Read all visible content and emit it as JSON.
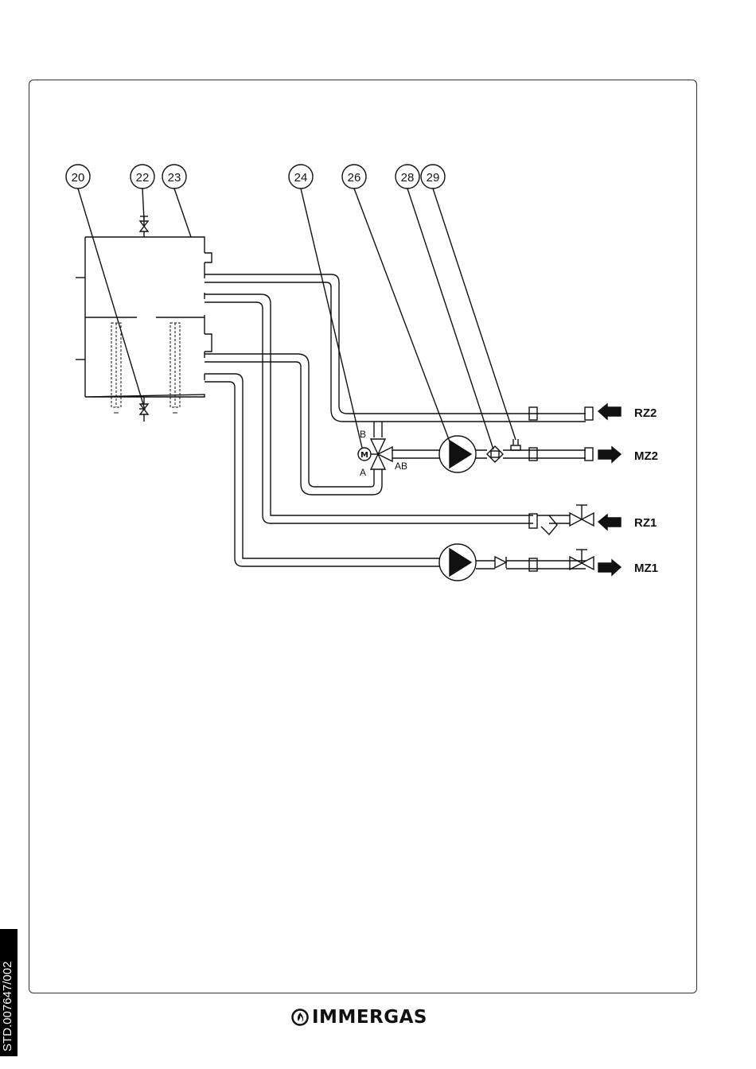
{
  "callouts": [
    "20",
    "22",
    "23",
    "24",
    "26",
    "28",
    "29"
  ],
  "valve_ports": {
    "b": "B",
    "a": "A",
    "ab": "AB"
  },
  "connections": {
    "rz2": "RZ2",
    "mz2": "MZ2",
    "rz1": "RZ1",
    "mz1": "MZ1"
  },
  "footer": {
    "brand": "IMMERGAS",
    "code": "STD.007647/002"
  },
  "icons": {
    "logo": "immergas-flame-icon",
    "motor": "motor-m-icon"
  },
  "colors": {
    "line": "#111111",
    "frame": "#333333"
  }
}
